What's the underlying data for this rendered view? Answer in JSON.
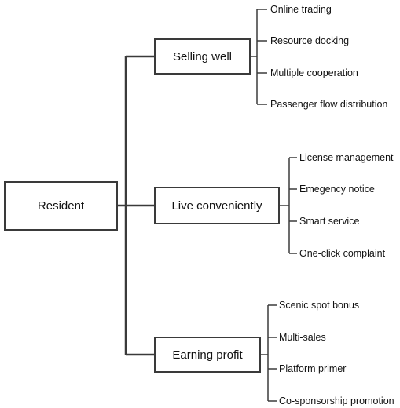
{
  "root": {
    "label": "Resident"
  },
  "branches": [
    {
      "label": "Selling well",
      "items": [
        "Online trading",
        "Resource docking",
        "Multiple cooperation",
        "Passenger flow distribution"
      ]
    },
    {
      "label": "Live conveniently",
      "items": [
        "License management",
        "Emegency notice",
        "Smart service",
        "One-click complaint"
      ]
    },
    {
      "label": "Earning profit",
      "items": [
        "Scenic spot bonus",
        "Multi-sales",
        "Platform primer",
        "Co-sponsorship promotion"
      ]
    }
  ]
}
